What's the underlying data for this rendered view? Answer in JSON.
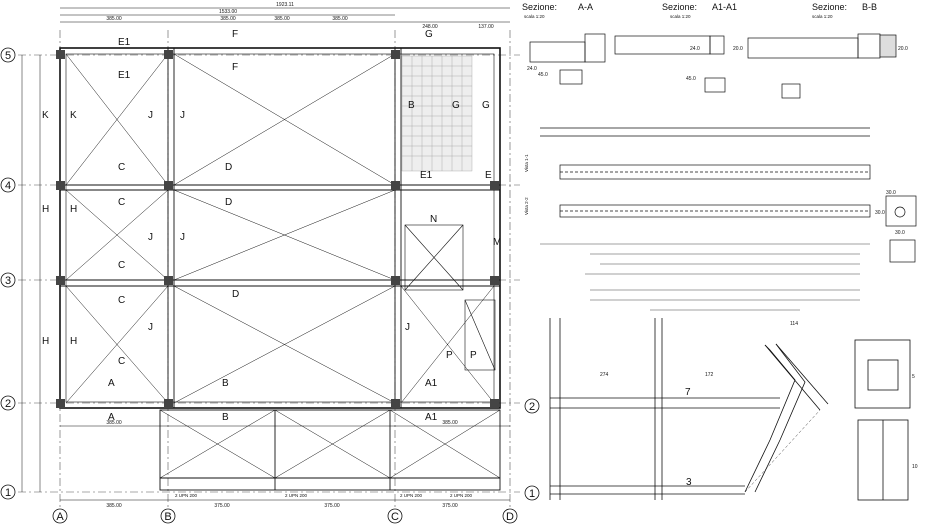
{
  "grid": {
    "cols": [
      "A",
      "B",
      "C",
      "D"
    ],
    "rows": [
      "5",
      "4",
      "3",
      "2",
      "1"
    ]
  },
  "plan": {
    "dims_top": [
      "1923.11",
      "1533.00",
      "385.00",
      "385.00",
      "385.00",
      "385.00",
      "248.00",
      "137.00"
    ],
    "dims_bottom": [
      "385.00",
      "375.00",
      "375.00",
      "375.00",
      "385.00",
      "385.00"
    ],
    "zones": [
      "E1",
      "F",
      "F",
      "G",
      "E1",
      "K",
      "K",
      "J",
      "J",
      "B",
      "G",
      "G",
      "C",
      "C",
      "D",
      "H",
      "H",
      "C",
      "J",
      "D",
      "J",
      "M",
      "E",
      "E1",
      "C",
      "D",
      "H",
      "H",
      "C",
      "J",
      "J",
      "N",
      "P",
      "P",
      "A",
      "A",
      "B",
      "B",
      "A1",
      "A1"
    ],
    "notes": [
      "2 UPN 200",
      "2 UPN 200",
      "2 UPN 200",
      "2 UPN 200"
    ]
  },
  "sections": {
    "titles": [
      {
        "label": "Sezione:",
        "id": "A-A"
      },
      {
        "label": "Sezione:",
        "id": "A1-A1"
      },
      {
        "label": "Sezione:",
        "id": "B-B"
      }
    ],
    "scale": "scala 1:20",
    "dims": [
      "24.0",
      "45.0",
      "24.0",
      "20.0",
      "45.0",
      "20.0"
    ]
  },
  "beams": {
    "labels": [
      "Vista 1-1",
      "Vista 2-2"
    ],
    "dims": [
      "30.0",
      "30.0",
      "30.0"
    ]
  },
  "stair": {
    "labels": [
      "7",
      "3"
    ],
    "dims": [
      "274",
      "172",
      "114",
      "5",
      "10"
    ]
  }
}
